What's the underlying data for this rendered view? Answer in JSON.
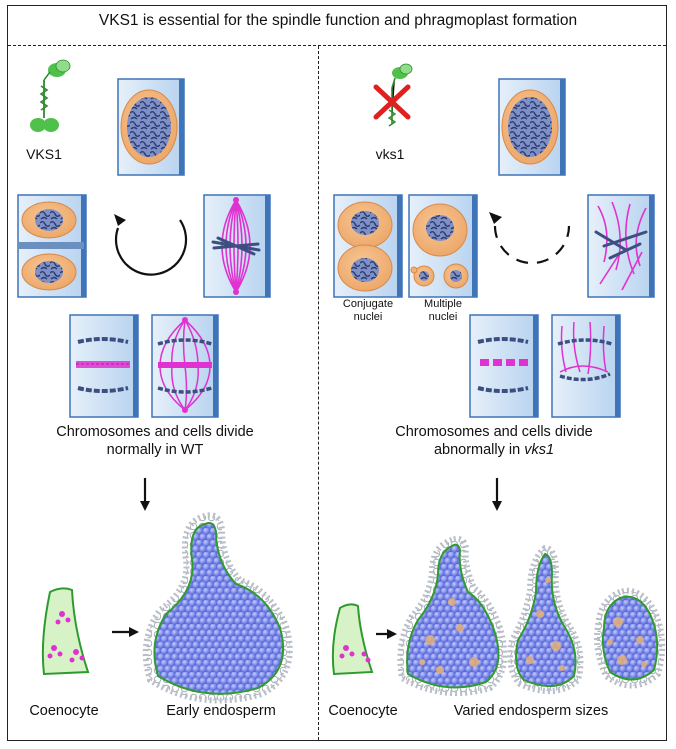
{
  "title": "VKS1 is essential for the spindle function and phragmoplast formation",
  "left": {
    "protein": "VKS1",
    "caption_line1": "Chromosomes and cells divide",
    "caption_line2": "normally in WT",
    "coenocyte": "Coenocyte",
    "endosperm": "Early endosperm"
  },
  "right": {
    "protein": "vks1",
    "conjugate_line1": "Conjugate",
    "conjugate_line2": "nuclei",
    "multiple_line1": "Multiple",
    "multiple_line2": "nuclei",
    "caption_line1": "Chromosomes and cells divide",
    "caption_line2_prefix": "abnormally in ",
    "caption_line2_italic": "vks1",
    "coenocyte": "Coenocyte",
    "endosperm": "Varied endosperm sizes"
  },
  "colors": {
    "cell_fill": "#c9dff3",
    "cell_edge": "#3f74b8",
    "nucleus": "#f2b172",
    "chromatin": "#3c4f80",
    "spindle": "#e032d0",
    "endosperm": "#7f8fea",
    "coenocyte": "#d8f2c8",
    "membrane": "#2f9a2f",
    "cross": "#e02020"
  }
}
